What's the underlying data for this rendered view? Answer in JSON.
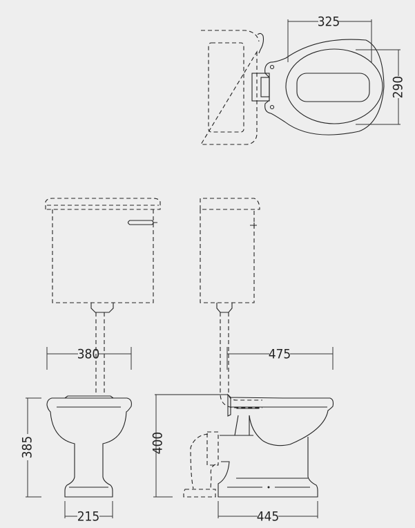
{
  "dimensions": {
    "seat_width": "325",
    "seat_depth": "290",
    "cistern_width": "380",
    "pan_projection": "475",
    "pan_height_front": "385",
    "overall_height_side": "400",
    "pedestal_width": "215",
    "base_depth": "445"
  },
  "colors": {
    "background": "#eeeeee",
    "line": "#222222"
  }
}
